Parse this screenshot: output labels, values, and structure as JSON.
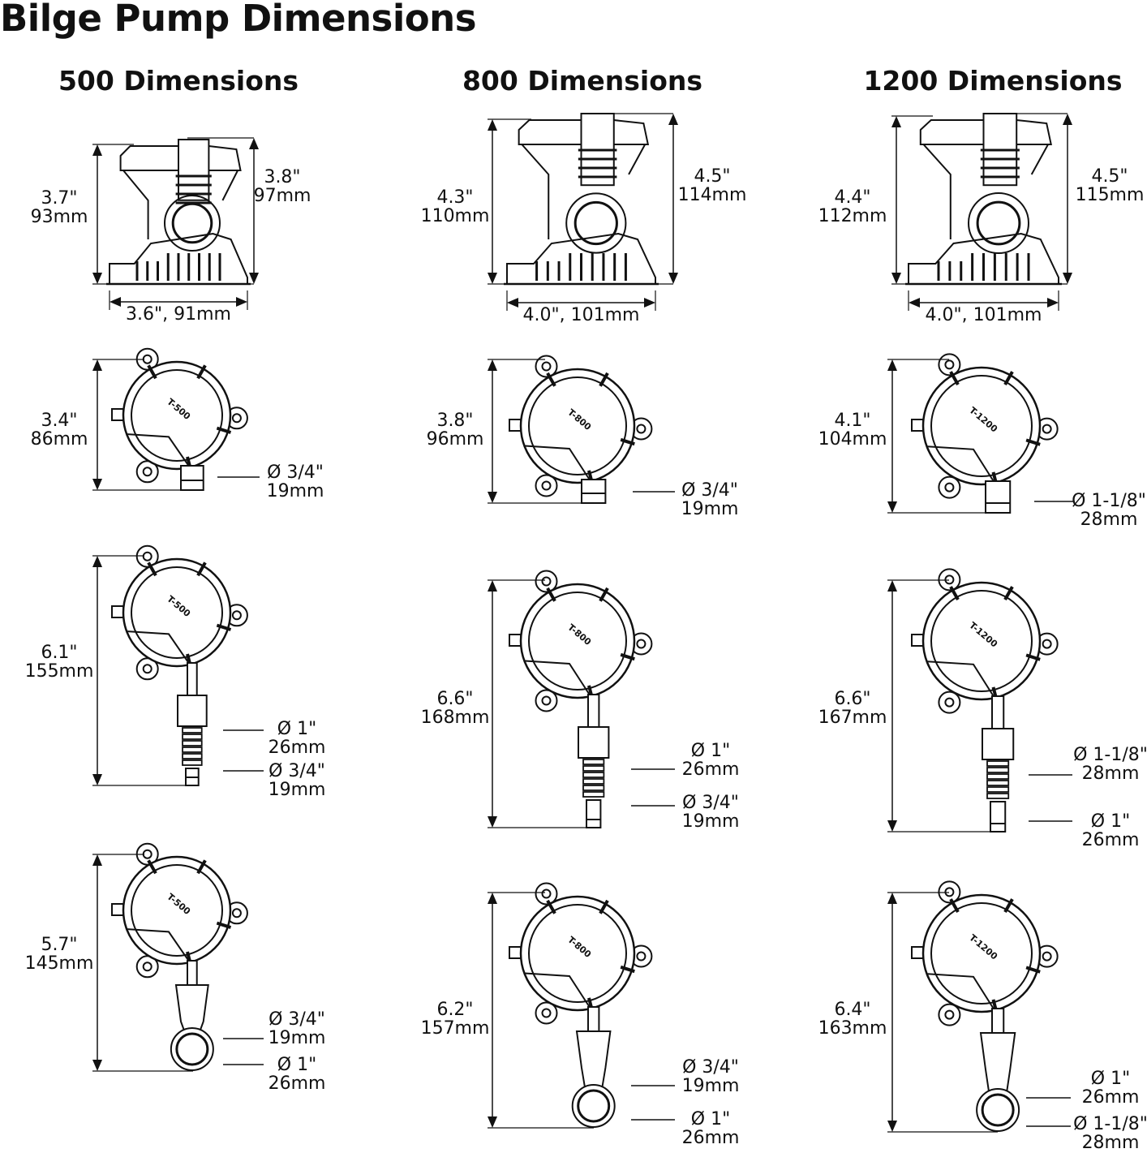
{
  "title": "Bilge Pump Dimensions",
  "columns": [
    {
      "title": "500 Dimensions",
      "model_mark": "T-500",
      "side": {
        "height_left": "3.7\"",
        "height_left_mm": "93mm",
        "height_right": "3.8\"",
        "height_right_mm": "97mm",
        "width": "3.6\", 91mm"
      },
      "views": [
        {
          "outlet": "short",
          "height": "3.4\"",
          "height_mm": "86mm",
          "callouts": [
            {
              "dia": "Ø 3/4\"",
              "mm": "19mm"
            }
          ]
        },
        {
          "outlet": "straight",
          "height": "6.1\"",
          "height_mm": "155mm",
          "callouts": [
            {
              "dia": "Ø 1\"",
              "mm": "26mm"
            },
            {
              "dia": "Ø 3/4\"",
              "mm": "19mm"
            }
          ]
        },
        {
          "outlet": "elbow",
          "height": "5.7\"",
          "height_mm": "145mm",
          "callouts": [
            {
              "dia": "Ø 3/4\"",
              "mm": "19mm"
            },
            {
              "dia": "Ø 1\"",
              "mm": "26mm"
            }
          ]
        }
      ]
    },
    {
      "title": "800 Dimensions",
      "model_mark": "T-800",
      "side": {
        "height_left": "4.3\"",
        "height_left_mm": "110mm",
        "height_right": "4.5\"",
        "height_right_mm": "114mm",
        "width": "4.0\", 101mm"
      },
      "views": [
        {
          "outlet": "short",
          "height": "3.8\"",
          "height_mm": "96mm",
          "callouts": [
            {
              "dia": "Ø 3/4\"",
              "mm": "19mm"
            }
          ]
        },
        {
          "outlet": "straight",
          "height": "6.6\"",
          "height_mm": "168mm",
          "callouts": [
            {
              "dia": "Ø 1\"",
              "mm": "26mm"
            },
            {
              "dia": "Ø 3/4\"",
              "mm": "19mm"
            }
          ]
        },
        {
          "outlet": "elbow",
          "height": "6.2\"",
          "height_mm": "157mm",
          "callouts": [
            {
              "dia": "Ø 3/4\"",
              "mm": "19mm"
            },
            {
              "dia": "Ø 1\"",
              "mm": "26mm"
            }
          ]
        }
      ]
    },
    {
      "title": "1200 Dimensions",
      "model_mark": "T-1200",
      "side": {
        "height_left": "4.4\"",
        "height_left_mm": "112mm",
        "height_right": "4.5\"",
        "height_right_mm": "115mm",
        "width": "4.0\", 101mm"
      },
      "views": [
        {
          "outlet": "short",
          "height": "4.1\"",
          "height_mm": "104mm",
          "callouts": [
            {
              "dia": "Ø 1-1/8\"",
              "mm": "28mm"
            }
          ]
        },
        {
          "outlet": "straight",
          "height": "6.6\"",
          "height_mm": "167mm",
          "callouts": [
            {
              "dia": "Ø 1-1/8\"",
              "mm": "28mm"
            },
            {
              "dia": "Ø 1\"",
              "mm": "26mm"
            }
          ]
        },
        {
          "outlet": "elbow",
          "height": "6.4\"",
          "height_mm": "163mm",
          "callouts": [
            {
              "dia": "Ø 1\"",
              "mm": "26mm"
            },
            {
              "dia": "Ø 1-1/8\"",
              "mm": "28mm"
            }
          ]
        }
      ]
    }
  ]
}
